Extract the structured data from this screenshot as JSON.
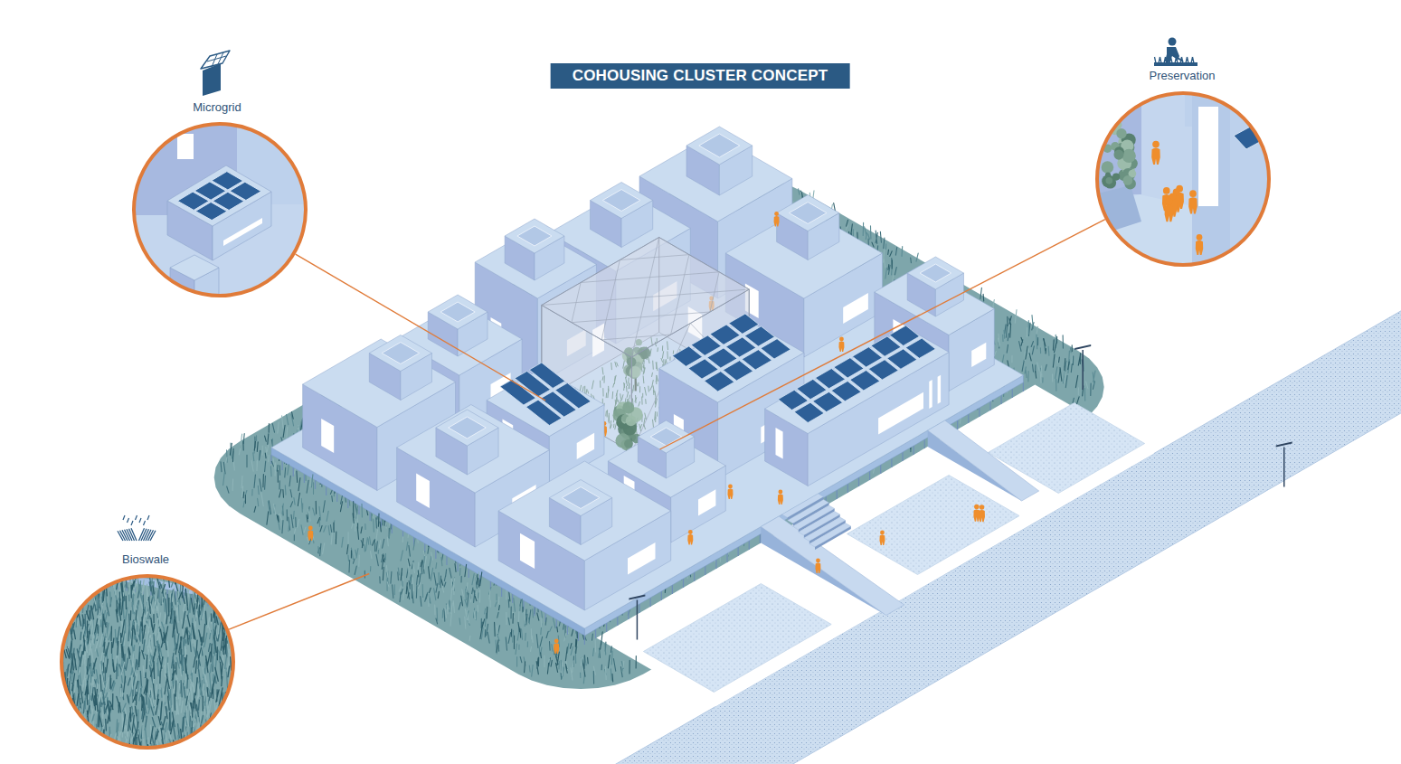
{
  "diagram": {
    "title": "COHOUSING CLUSTER CONCEPT",
    "labels": [
      "Microgrid",
      "Preservation",
      "Bioswale"
    ]
  }
}
